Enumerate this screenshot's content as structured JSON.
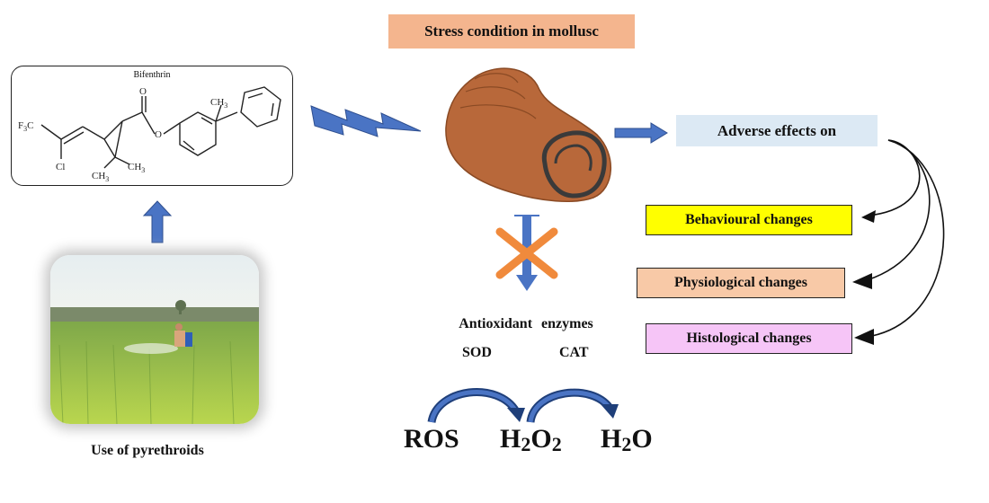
{
  "title": "Stress condition  in mollusc",
  "bifenthrin": {
    "name": "Bifenthrin",
    "atoms": {
      "f3c": "F",
      "f3c_sub": "3",
      "f3c_tail": "C",
      "cl": "Cl",
      "ch3_a": "CH",
      "ch3_b": "CH",
      "ch3_top": "CH",
      "ch3_sub": "3",
      "o": "O"
    }
  },
  "adverse_label": "Adverse  effects on",
  "effects": {
    "behavioural": "Behavioural changes",
    "physiological": "Physiological  changes",
    "histological": "Histological  changes"
  },
  "use_label": "Use of pyrethroids",
  "antioxidant": {
    "heading": "Antioxidant  enzymes",
    "sod": "SOD",
    "cat": "CAT"
  },
  "reaction": {
    "ros": "ROS",
    "h2o2_h": "H",
    "h2o2_2a": "2",
    "h2o2_o": "O",
    "h2o2_2b": "2",
    "h2o_h": "H",
    "h2o_2": "2",
    "h2o_o": "O"
  },
  "colors": {
    "arrow_blue": "#4a74c4",
    "shell": "#b8683a",
    "cross": "#f08a3c",
    "title_bg": "#f4b58e",
    "adverse_bg": "#dce9f4",
    "behavioural_bg": "#ffff00",
    "physiological_bg": "#f8c9a7",
    "histological_bg": "#f6c5f7"
  }
}
